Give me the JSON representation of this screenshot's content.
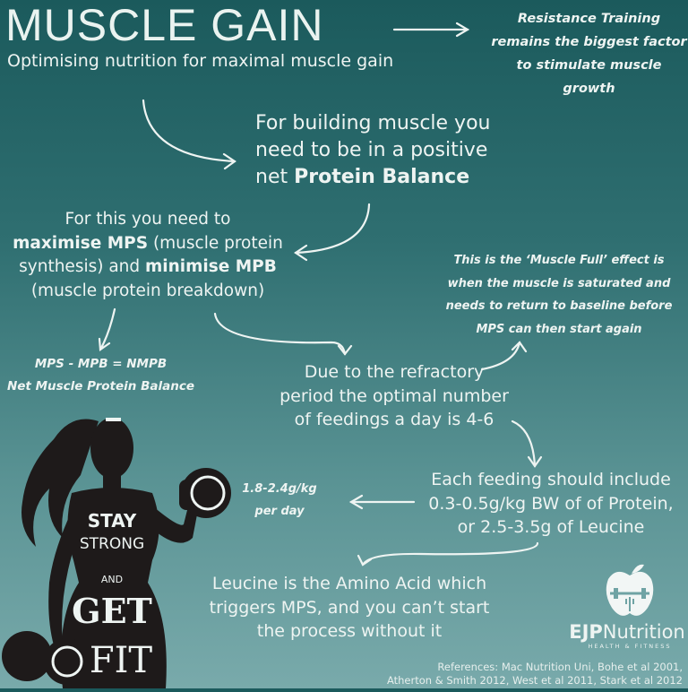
{
  "header": {
    "title": "MUSCLE GAIN",
    "subtitle": "Optimising nutrition for maximal muscle gain"
  },
  "callouts": {
    "resistance": [
      "Resistance Training",
      "remains the biggest factor",
      "to  stimulate muscle growth"
    ],
    "protein_balance": {
      "lines": [
        "For building muscle you",
        "need to be in a positive"
      ],
      "prefix": "net ",
      "bold": "Protein Balance"
    },
    "mps_mpb": {
      "line1": "For this you need to",
      "bold1": "maximise MPS",
      "rest1": " (muscle protein",
      "line3a": "synthesis) and ",
      "bold2": "minimise MPB",
      "line4": "(muscle protein breakdown)"
    },
    "equation": [
      "MPS - MPB = NMPB",
      "Net Muscle Protein Balance"
    ],
    "muscle_full": [
      "This is the ‘Muscle Full’ effect is",
      "when the muscle is saturated and",
      "needs to return to baseline before",
      "MPS can then start again"
    ],
    "refractory": [
      "Due to the refractory",
      "period the optimal number",
      "of feedings a day is 4-6"
    ],
    "feeding": [
      "Each feeding should include",
      "0.3-0.5g/kg BW of of Protein,",
      "or 2.5-3.5g of Leucine"
    ],
    "daily": [
      "1.8-2.4g/kg",
      "per day"
    ],
    "leucine": [
      "Leucine is the Amino Acid which",
      "triggers MPS, and you can’t start",
      "the process without it"
    ]
  },
  "illustration": {
    "lettering": [
      "STAY",
      "STRONG",
      "AND",
      "GET",
      "FIT"
    ]
  },
  "logo": {
    "bold": "EJP",
    "rest": "Nutrition",
    "tagline": "HEALTH & FITNESS"
  },
  "references": [
    "References: Mac Nutrition Uni, Bohe et al 2001,",
    "Atherton & Smith 2012, West et al 2011, Stark et al 2012"
  ],
  "colors": {
    "bg_top": "#1b5a5c",
    "bg_bottom": "#79aaab",
    "text": "#eef4f2"
  }
}
